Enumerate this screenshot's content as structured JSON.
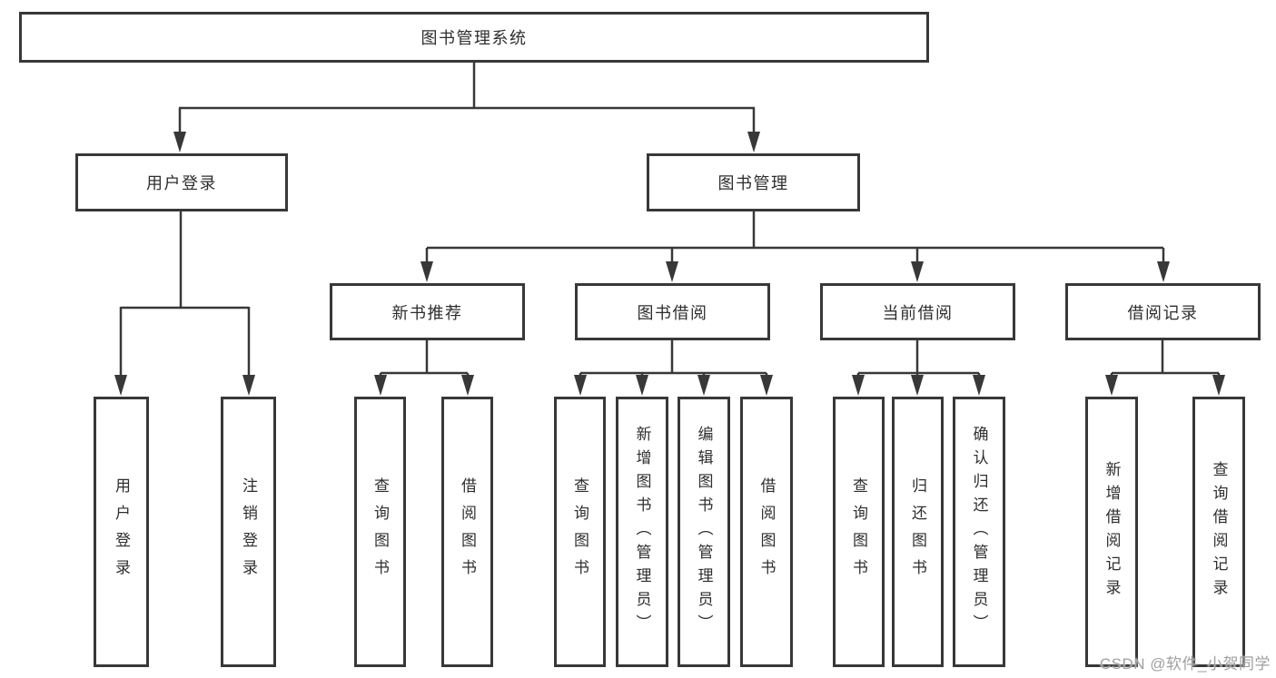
{
  "diagram": {
    "type": "hierarchy-diagram",
    "tree": {
      "root": {
        "label": "图书管理系统"
      },
      "branches": [
        {
          "label": "用户登录",
          "children": [
            {
              "label": "用户登录"
            },
            {
              "label": "注销登录"
            }
          ]
        },
        {
          "label": "图书管理",
          "children": [
            {
              "label": "新书推荐",
              "children": [
                {
                  "label": "查询图书"
                },
                {
                  "label": "借阅图书"
                }
              ]
            },
            {
              "label": "图书借阅",
              "children": [
                {
                  "label": "查询图书"
                },
                {
                  "label": "新增图书（管理员）"
                },
                {
                  "label": "编辑图书（管理员）"
                },
                {
                  "label": "借阅图书"
                }
              ]
            },
            {
              "label": "当前借阅",
              "children": [
                {
                  "label": "查询图书"
                },
                {
                  "label": "归还图书"
                },
                {
                  "label": "确认归还（管理员）"
                }
              ]
            },
            {
              "label": "借阅记录",
              "children": [
                {
                  "label": "新增借阅记录"
                },
                {
                  "label": "查询借阅记录"
                }
              ]
            }
          ]
        }
      ]
    },
    "watermark": "CSDN @软件_小贺同学",
    "colors": {
      "line": "#383838",
      "text": "#2e2e2e",
      "background": "#ffffff",
      "watermark": "#a0a0a0"
    }
  }
}
